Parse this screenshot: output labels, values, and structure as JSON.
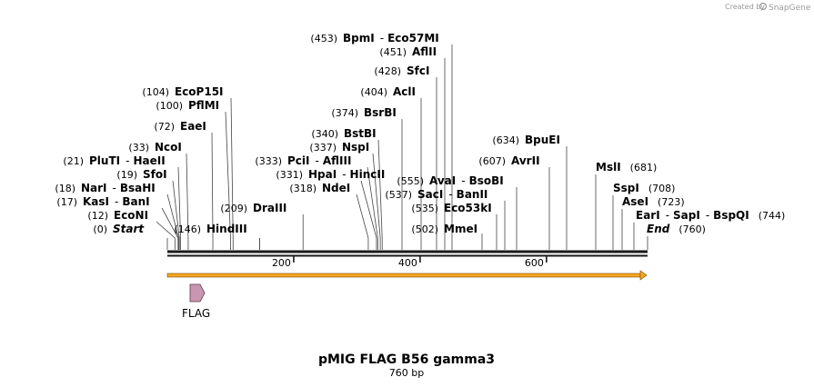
{
  "credit": {
    "prefix": "Created by",
    "brand": "SnapGene"
  },
  "map": {
    "title": "pMIG FLAG B56 gamma3",
    "length_label": "760 bp",
    "length": 760,
    "ticks": [
      {
        "pos": 200,
        "label": "200"
      },
      {
        "pos": 400,
        "label": "400"
      },
      {
        "pos": 600,
        "label": "600"
      }
    ]
  },
  "left_labels": [
    {
      "pos": 0,
      "num": "(0)",
      "name": "Start",
      "italic": true
    },
    {
      "pos": 12,
      "num": "(12)",
      "name": "EcoNI"
    },
    {
      "pos": 17,
      "num": "(17)",
      "name": "KasI",
      "name2": "BanI"
    },
    {
      "pos": 18,
      "num": "(18)",
      "name": "NarI",
      "name2": "BsaHI"
    },
    {
      "pos": 19,
      "num": "(19)",
      "name": "SfoI"
    },
    {
      "pos": 21,
      "num": "(21)",
      "name": "PluTI",
      "name2": "HaeII"
    },
    {
      "pos": 33,
      "num": "(33)",
      "name": "NcoI"
    },
    {
      "pos": 72,
      "num": "(72)",
      "name": "EaeI"
    },
    {
      "pos": 100,
      "num": "(100)",
      "name": "PflMI"
    },
    {
      "pos": 104,
      "num": "(104)",
      "name": "EcoP15I"
    },
    {
      "pos": 146,
      "num": "(146)",
      "name": "HindIII"
    },
    {
      "pos": 209,
      "num": "(209)",
      "name": "DraIII"
    }
  ],
  "mid_labels": [
    {
      "pos": 318,
      "num": "(318)",
      "name": "NdeI"
    },
    {
      "pos": 331,
      "num": "(331)",
      "name": "HpaI",
      "name2": "HincII"
    },
    {
      "pos": 333,
      "num": "(333)",
      "name": "PciI",
      "name2": "AflIII"
    },
    {
      "pos": 337,
      "num": "(337)",
      "name": "NspI"
    },
    {
      "pos": 340,
      "num": "(340)",
      "name": "BstBI"
    },
    {
      "pos": 374,
      "num": "(374)",
      "name": "BsrBI"
    },
    {
      "pos": 404,
      "num": "(404)",
      "name": "AclI"
    },
    {
      "pos": 428,
      "num": "(428)",
      "name": "SfcI"
    },
    {
      "pos": 451,
      "num": "(451)",
      "name": "AflII"
    },
    {
      "pos": 453,
      "num": "(453)",
      "name": "BpmI",
      "name2": "Eco57MI"
    }
  ],
  "center_labels": [
    {
      "pos": 502,
      "num": "(502)",
      "name": "MmeI"
    },
    {
      "pos": 535,
      "num": "(535)",
      "name": "Eco53kI"
    },
    {
      "pos": 537,
      "num": "(537)",
      "name": "SacI",
      "name2": "BanII"
    },
    {
      "pos": 555,
      "num": "(555)",
      "name": "AvaI",
      "name2": "BsoBI"
    },
    {
      "pos": 607,
      "num": "(607)",
      "name": "AvrII"
    },
    {
      "pos": 634,
      "num": "(634)",
      "name": "BpuEI"
    }
  ],
  "right_labels": [
    {
      "pos": 760,
      "num": "(760)",
      "name": "End",
      "italic": true
    },
    {
      "pos": 744,
      "num": "(744)",
      "name": "EarI",
      "name2": "SapI",
      "name3": "BspQI"
    },
    {
      "pos": 723,
      "num": "(723)",
      "name": "AseI"
    },
    {
      "pos": 708,
      "num": "(708)",
      "name": "SspI"
    },
    {
      "pos": 681,
      "num": "(681)",
      "name": "MslI"
    }
  ],
  "features": [
    {
      "name": "FLAG",
      "start": 37,
      "end": 60,
      "color": "#c996b2",
      "type": "arrow"
    },
    {
      "name": "",
      "start": 0,
      "end": 760,
      "color": "#f5a623",
      "type": "orf"
    }
  ],
  "colors": {
    "backbone": "#1a1a1a",
    "orf": "#f5a623",
    "flag": "#c996b2"
  }
}
